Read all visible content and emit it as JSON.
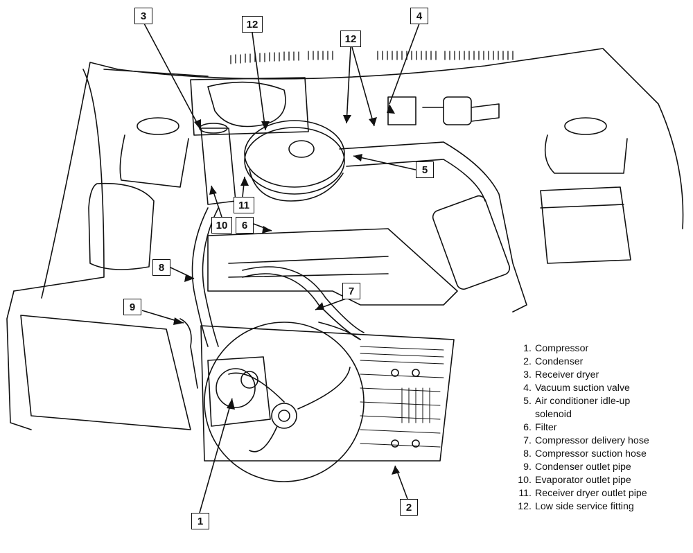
{
  "callouts": {
    "c1": "1",
    "c2": "2",
    "c3": "3",
    "c4": "4",
    "c5": "5",
    "c6": "6",
    "c7": "7",
    "c8": "8",
    "c9": "9",
    "c10": "10",
    "c11": "11",
    "c12a": "12",
    "c12b": "12"
  },
  "legend": [
    {
      "num": "1.",
      "text": "Compressor"
    },
    {
      "num": "2.",
      "text": "Condenser"
    },
    {
      "num": "3.",
      "text": "Receiver dryer"
    },
    {
      "num": "4.",
      "text": "Vacuum suction valve"
    },
    {
      "num": "5.",
      "text": "Air conditioner idle-up solenoid"
    },
    {
      "num": "6.",
      "text": "Filter"
    },
    {
      "num": "7.",
      "text": "Compressor delivery hose"
    },
    {
      "num": "8.",
      "text": "Compressor suction hose"
    },
    {
      "num": "9.",
      "text": "Condenser outlet pipe"
    },
    {
      "num": "10.",
      "text": "Evaporator outlet pipe"
    },
    {
      "num": "11.",
      "text": "Receiver dryer outlet pipe"
    },
    {
      "num": "12.",
      "text": "Low side service fitting"
    }
  ],
  "colors": {
    "ink": "#111111",
    "paper": "#ffffff"
  }
}
